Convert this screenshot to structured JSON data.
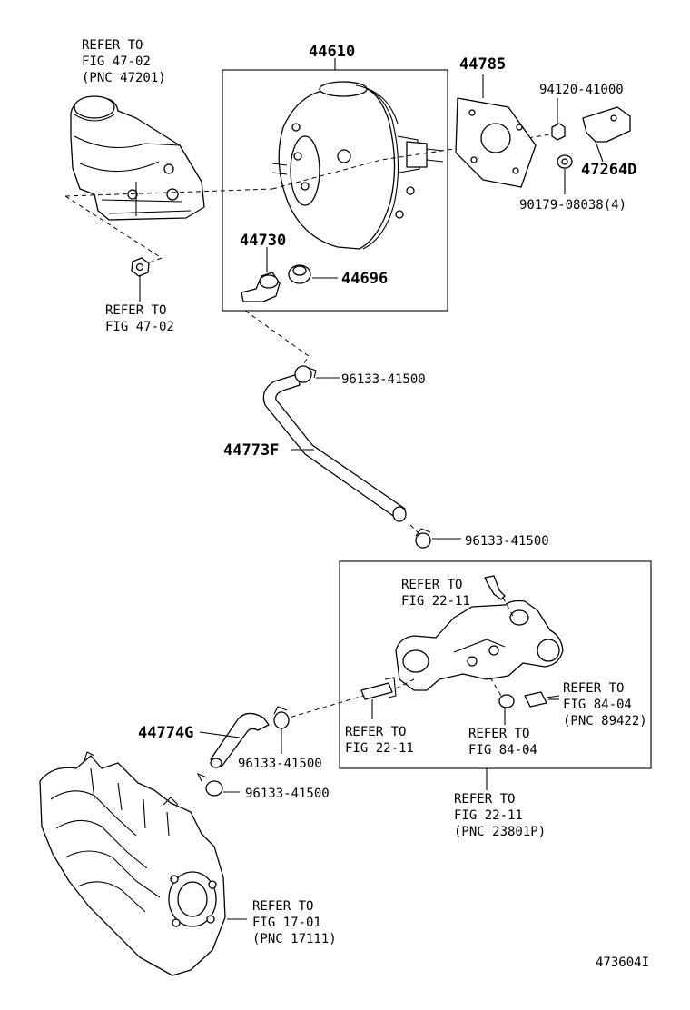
{
  "labels": {
    "mc_ref": [
      "REFER TO",
      "FIG 47-02",
      "(PNC 47201)"
    ],
    "nut_ref": [
      "REFER TO",
      "FIG 47-02"
    ],
    "p44610": "44610",
    "p44785": "44785",
    "p94120": "94120-41000",
    "p47264d": "47264D",
    "p90179": "90179-08038(4)",
    "p44730": "44730",
    "p44696": "44696",
    "p96133a": "96133-41500",
    "p44773f": "44773F",
    "p96133b": "96133-41500",
    "union_ref": [
      "REFER TO",
      "FIG 22-11"
    ],
    "sensor_ref": [
      "REFER TO",
      "FIG 84-04",
      "(PNC 89422)"
    ],
    "stud_ref": [
      "REFER TO",
      "FIG 22-11"
    ],
    "gasket_ref": [
      "REFER TO",
      "FIG 84-04"
    ],
    "p44774g": "44774G",
    "p96133c": "96133-41500",
    "p96133d": "96133-41500",
    "wo_ref": [
      "REFER TO",
      "FIG 22-11",
      "(PNC 23801P)"
    ],
    "manifold_ref": [
      "REFER TO",
      "FIG 17-01",
      "(PNC 17111)"
    ],
    "diagram_id": "473604I"
  }
}
